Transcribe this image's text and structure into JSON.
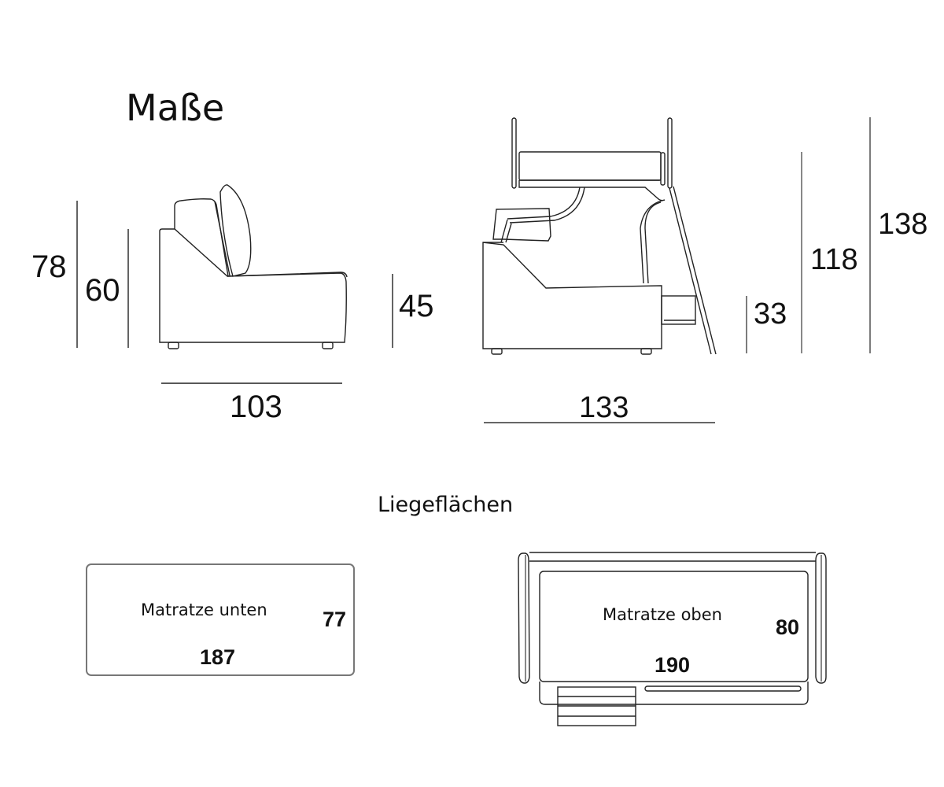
{
  "header": {
    "title": "Maße"
  },
  "side_view_sofa": {
    "heights": {
      "total": "78",
      "back": "60",
      "seat": "45"
    },
    "depth": "103"
  },
  "side_view_bed": {
    "heights": {
      "lower": "33",
      "mid": "118",
      "total": "138"
    },
    "depth": "133"
  },
  "section": {
    "title": "Liegeflächen"
  },
  "mattresses": [
    {
      "label": "Matratze unten",
      "length": "187",
      "width": "77"
    },
    {
      "label": "Matratze oben",
      "length": "190",
      "width": "80"
    }
  ],
  "colors": {
    "line": "#222222",
    "text": "#111111",
    "background": "#ffffff"
  }
}
